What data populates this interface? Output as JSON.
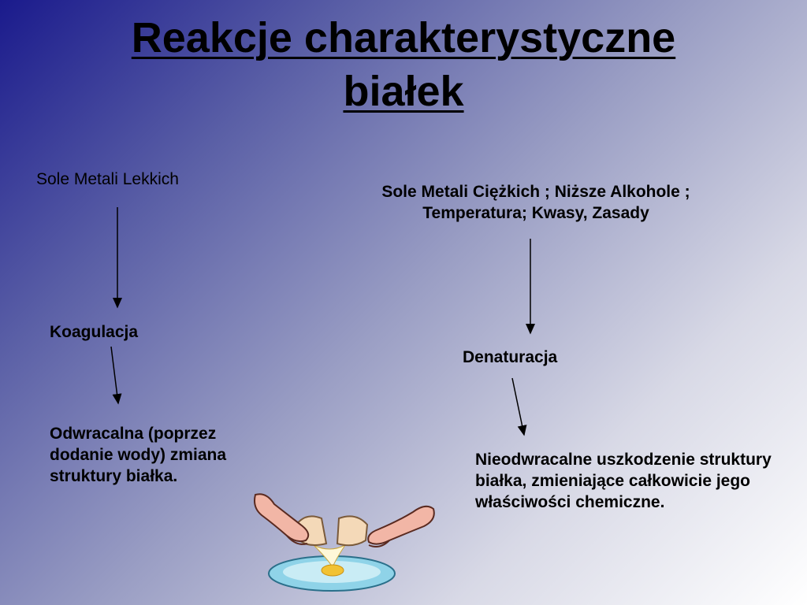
{
  "title": {
    "line1": "Reakcje charakterystyczne",
    "line2": "białek"
  },
  "left": {
    "header": "Sole Metali Lekkich",
    "result": "Koagulacja",
    "description": "Odwracalna (poprzez dodanie wody) zmiana struktury białka."
  },
  "right": {
    "header": "Sole Metali Ciężkich ; Niższe Alkohole ; Temperatura; Kwasy, Zasady",
    "result": "Denaturacja",
    "description": "Nieodwracalne uszkodzenie struktury białka, zmieniające całkowicie jego właściwości chemiczne."
  },
  "colors": {
    "gradient_start": "#1a1a8c",
    "gradient_end": "#ffffff",
    "text": "#000000",
    "egg_yolk": "#f2c233",
    "plate": "#8fd3e8"
  },
  "illustration": "hands-cracking-egg-icon"
}
